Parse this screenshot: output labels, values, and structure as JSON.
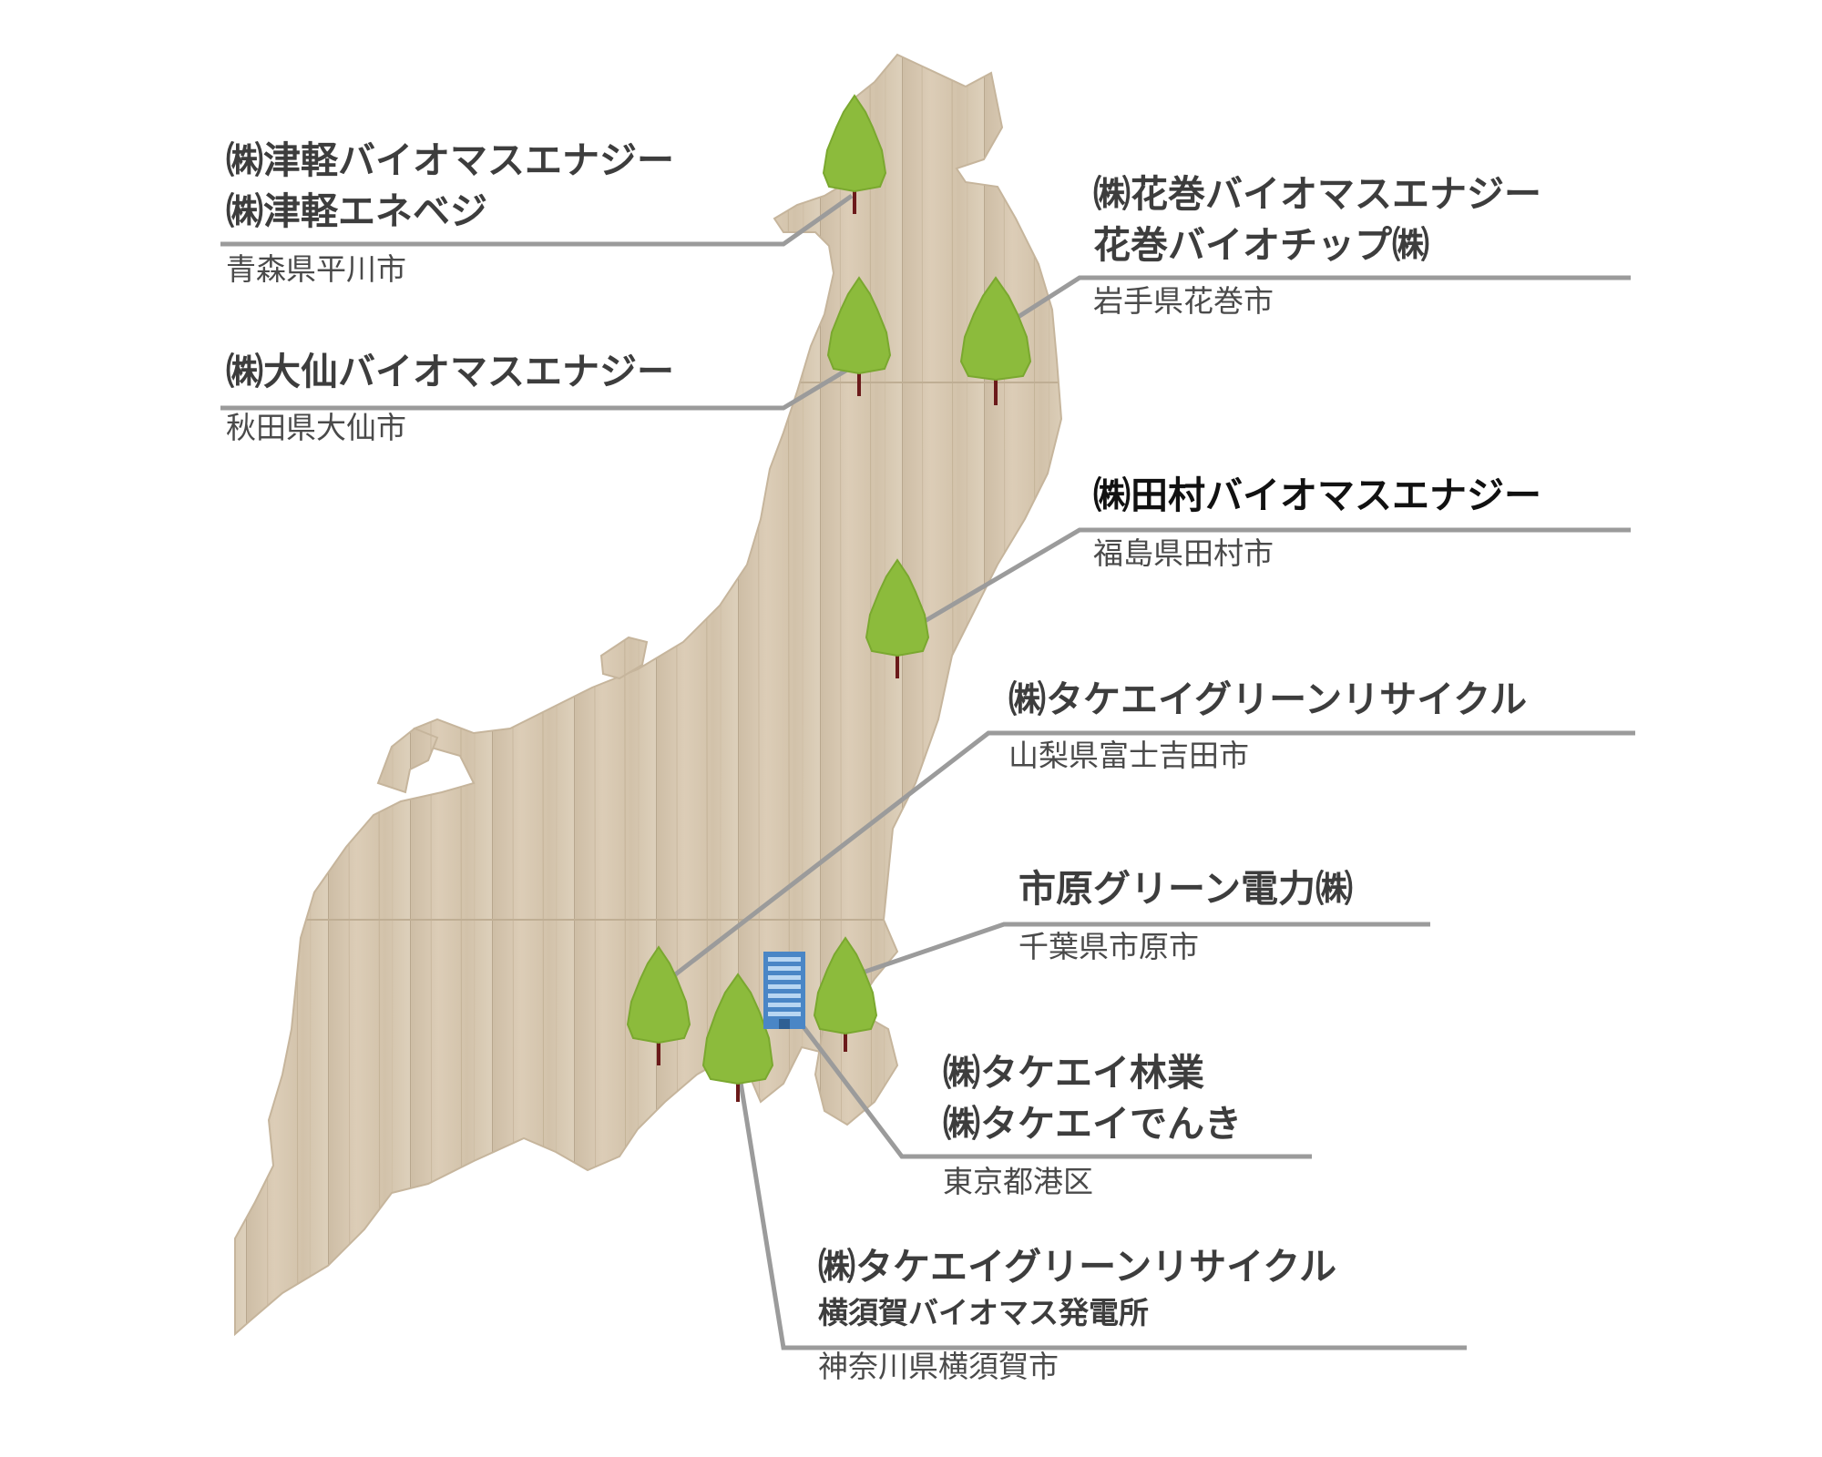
{
  "offices": [
    {
      "companies": [
        "㈱津軽バイオマスエナジー",
        "㈱津軽エネベジ"
      ],
      "location": "青森県平川市"
    },
    {
      "companies": [
        "㈱花巻バイオマスエナジー",
        "花巻バイオチップ㈱"
      ],
      "location": "岩手県花巻市"
    },
    {
      "companies": [
        "㈱大仙バイオマスエナジー"
      ],
      "location": "秋田県大仙市"
    },
    {
      "companies": [
        "㈱田村バイオマスエナジー"
      ],
      "location": "福島県田村市"
    },
    {
      "companies": [
        "㈱タケエイグリーンリサイクル"
      ],
      "location": "山梨県富士吉田市"
    },
    {
      "companies": [
        "市原グリーン電力㈱"
      ],
      "location": "千葉県市原市"
    },
    {
      "companies": [
        "㈱タケエイ林業",
        "㈱タケエイでんき"
      ],
      "location": "東京都港区"
    },
    {
      "companies": [
        "㈱タケエイグリーンリサイクル",
        "横須賀バイオマス発電所"
      ],
      "location": "神奈川県横須賀市"
    }
  ],
  "colors": {
    "wood": "#d8c9b3",
    "tree_foliage": "#8cbb3c",
    "tree_trunk": "#6b1a1a",
    "leader_line": "#9b9b9b",
    "building": "#4a86c6"
  },
  "icons": {
    "tree": "tree-icon",
    "building": "office-building-icon"
  }
}
